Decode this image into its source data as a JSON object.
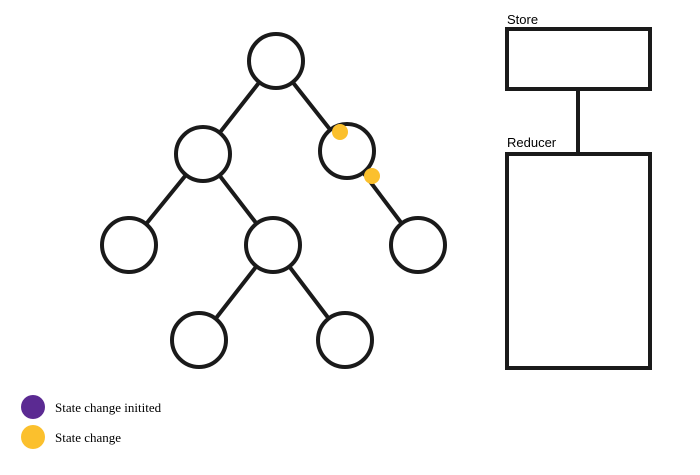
{
  "diagram": {
    "colors": {
      "stroke": "#1a1a1a",
      "node_fill": "#ffffff",
      "state_change_initiated": "#5b2a92",
      "state_change": "#fbc02d"
    },
    "store": {
      "label": "Store"
    },
    "reducer": {
      "label": "Reducer"
    },
    "legend": [
      {
        "label": "State change initited",
        "color": "#5b2a92"
      },
      {
        "label": "State change",
        "color": "#fbc02d"
      }
    ]
  }
}
